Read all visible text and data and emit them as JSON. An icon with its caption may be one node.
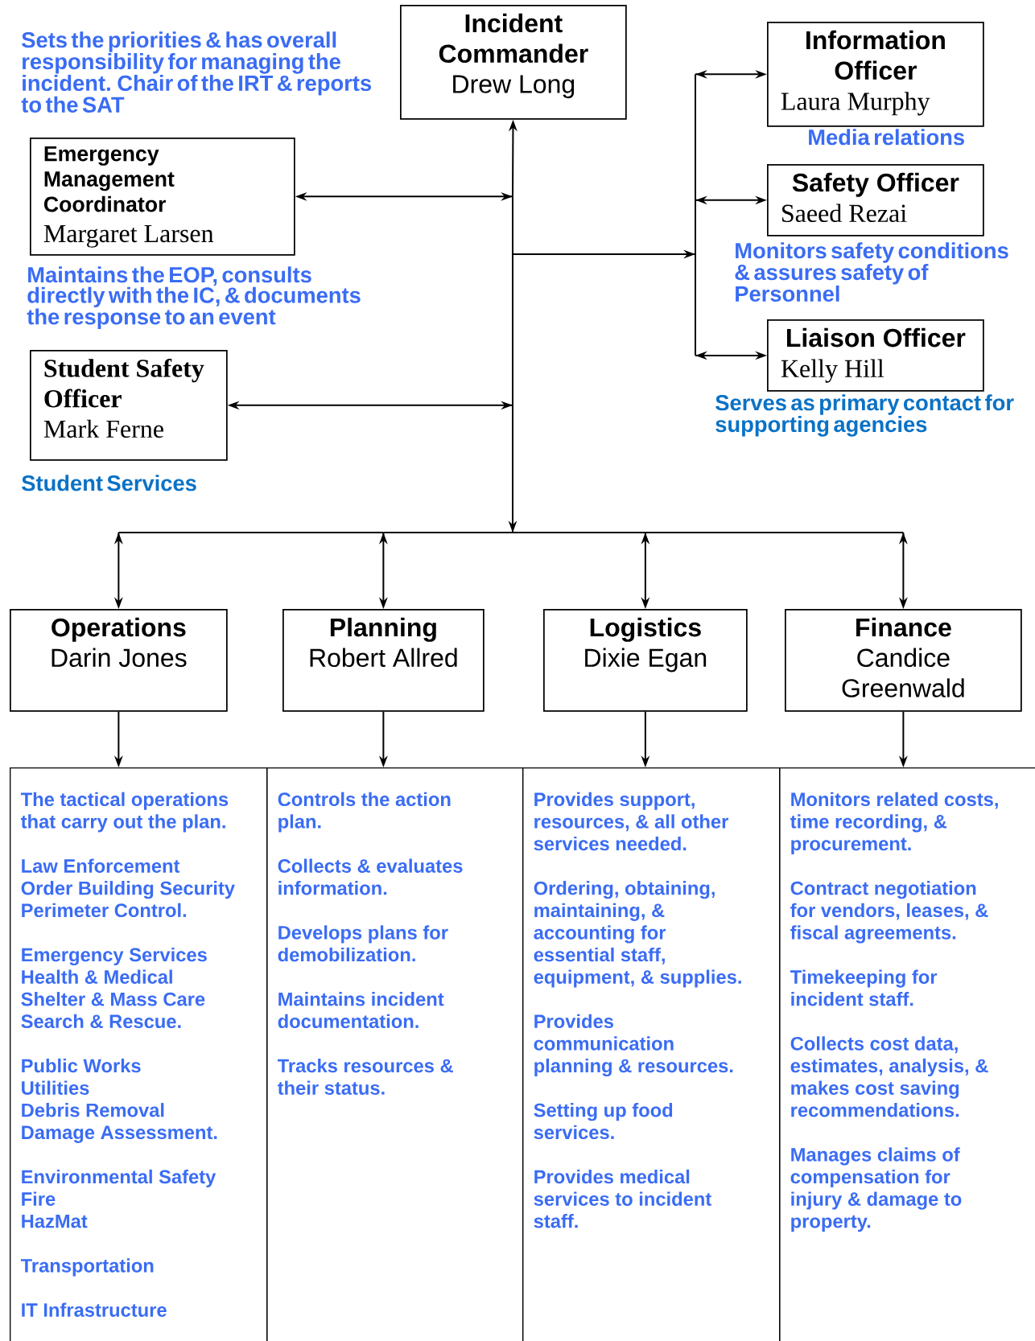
{
  "diagram": {
    "nodes": [
      {
        "text": [
          "Incident Commander",
          "Drew Long"
        ]
      },
      {
        "text": [
          "Information Officer",
          "Laura Murphy"
        ],
        "beside": [
          "Media relations"
        ]
      },
      {
        "text": [
          "Safety Officer",
          "Saeed Rezai"
        ],
        "beside": [
          "Monitors safety conditions & assures safety of Personnel"
        ]
      },
      {
        "text": [
          "Liaison Officer",
          "Kelly Hill"
        ],
        "beside": [
          "Serves as primary contact for supporting agencies"
        ]
      },
      {
        "text": [
          "Emergency Management Coordinator",
          "Margaret Larsen"
        ],
        "beside": [
          "Maintains the EOP, consults directly with the IC, & documents the response to an event"
        ]
      },
      {
        "text": [
          "Student Safety Officer",
          "Mark Ferne"
        ],
        "beside": [
          "Student Services"
        ]
      },
      {
        "text": [
          "Operations",
          "Darin Jones"
        ]
      },
      {
        "text": [
          "Planning",
          "Robert Allred"
        ]
      },
      {
        "text": [
          "Logistics",
          "Dixie Egan"
        ]
      },
      {
        "text": [
          "Finance",
          "Candice Greenwald"
        ]
      },
      {
        "text": [
          "The tactical operations that carry out the plan.",
          "Law Enforcement",
          "Order Building Security",
          "Perimeter Control.",
          "Emergency Services",
          "Health & Medical",
          "Shelter & Mass Care",
          "Search & Rescue.",
          "Public Works",
          "Utilities",
          "Debris Removal",
          "Damage Assessment.",
          "Environmental Safety",
          "Fire",
          "HazMat",
          "Transportation",
          "IT Infrastructure"
        ]
      },
      {
        "text": [
          "Controls the action plan.",
          "Collects & evaluates information.",
          "Develops plans for demobilization.",
          "Maintains incident documentation.",
          "Tracks resources & their status."
        ]
      },
      {
        "text": [
          "Provides support, resources, & all other services needed.",
          "Ordering, obtaining, maintaining, & accounting for essential staff, equipment, & supplies.",
          "Provides communication planning & resources.",
          "Setting up food services.",
          "Provides medical services to incident staff."
        ]
      },
      {
        "text": [
          "Monitors related costs, time recording, & procurement.",
          "Contract negotiation for vendors, leases, & fiscal agreements.",
          "Timekeeping for incident staff.",
          "Collects cost data, estimates, analysis, & makes cost saving recommendations.",
          "Manages claims of compensation for injury & damage to property."
        ]
      }
    ],
    "edges": [
      {
        "from": 0,
        "to": 4,
        "arrow": "both"
      },
      {
        "from": 0,
        "to": 5,
        "arrow": "both"
      },
      {
        "from": 0,
        "to": 1,
        "arrow": "both"
      },
      {
        "from": 0,
        "to": 2,
        "arrow": "both"
      },
      {
        "from": 0,
        "to": 3,
        "arrow": "both"
      },
      {
        "from": 0,
        "to": 6,
        "arrow": "both"
      },
      {
        "from": 0,
        "to": 7,
        "arrow": "both"
      },
      {
        "from": 0,
        "to": 8,
        "arrow": "both"
      },
      {
        "from": 0,
        "to": 9,
        "arrow": "both"
      },
      {
        "from": 6,
        "to": 10,
        "arrow": "to"
      },
      {
        "from": 7,
        "to": 11,
        "arrow": "to"
      },
      {
        "from": 8,
        "to": 12,
        "arrow": "to"
      },
      {
        "from": 9,
        "to": 13,
        "arrow": "to"
      }
    ],
    "labels": [
      "Sets the priorities & has overall responsibility for managing the incident. Chair of the IRT & reports to the SAT"
    ]
  }
}
